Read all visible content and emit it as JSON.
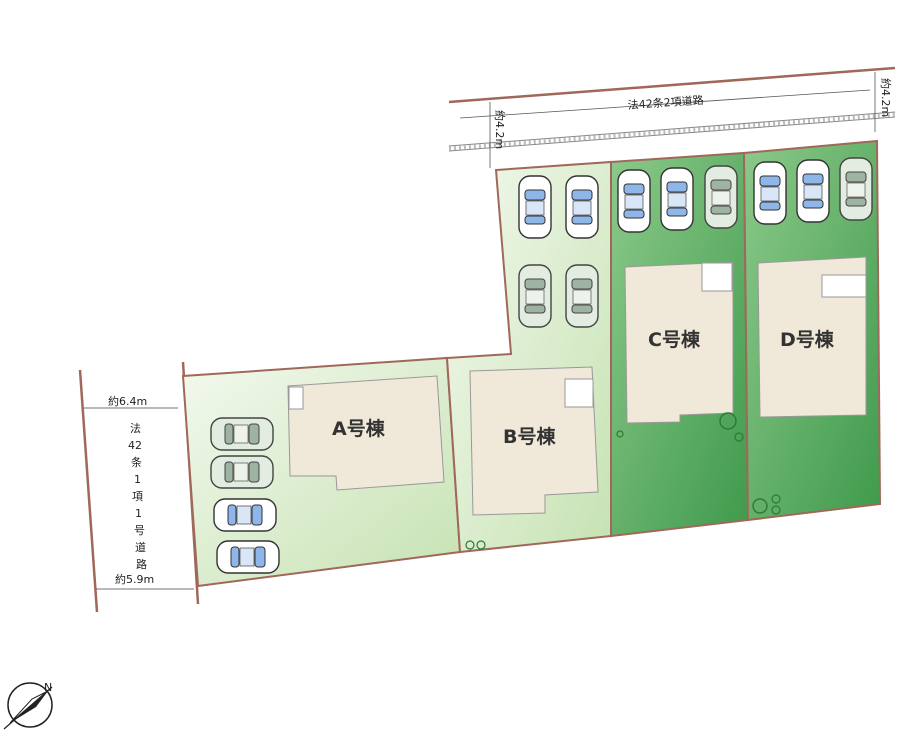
{
  "houses": {
    "a": "A号棟",
    "b": "B号棟",
    "c": "C号棟",
    "d": "D号棟"
  },
  "roads": {
    "top_name": "法42条2項道路",
    "top_width": "約4.2m",
    "top_width_right": "約4.2m",
    "left_name_chars": [
      "法",
      "42",
      "条",
      "1",
      "項",
      "1",
      "号",
      "道",
      "路"
    ],
    "left_width_top": "約6.4m",
    "left_width_bottom": "約5.9m"
  },
  "colors": {
    "lot_light": "#dff0d2",
    "lot_mid": "#cde6bd",
    "lot_dark": "#5cae63",
    "house_fill": "#f0e8d8",
    "boundary": "#a0685a"
  },
  "icons": {
    "compass": "north-arrow-icon"
  }
}
